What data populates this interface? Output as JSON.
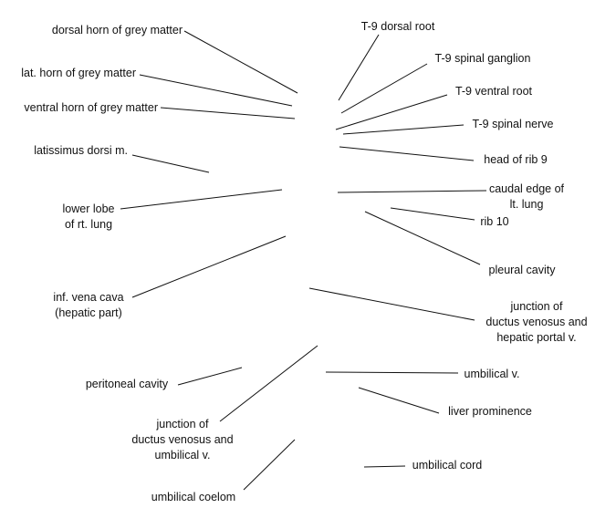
{
  "labels": {
    "dorsal_horn": [
      "dorsal horn of grey matter"
    ],
    "lat_horn": [
      "lat. horn of grey matter"
    ],
    "ventral_horn": [
      "ventral horn of grey matter"
    ],
    "latissimus": [
      "latissimus dorsi m."
    ],
    "lower_lobe": [
      "lower lobe",
      "of rt. lung"
    ],
    "ivc": [
      "inf. vena cava",
      "(hepatic part)"
    ],
    "peritoneal": [
      "peritoneal cavity"
    ],
    "junction_umb": [
      "junction of",
      "ductus venosus and",
      "umbilical v."
    ],
    "umb_coelom": [
      "umbilical coelom"
    ],
    "t9_dorsal_root": [
      "T-9 dorsal root"
    ],
    "t9_ganglion": [
      "T-9 spinal ganglion"
    ],
    "t9_ventral_root": [
      "T-9 ventral root"
    ],
    "t9_nerve": [
      "T-9 spinal nerve"
    ],
    "head_rib9": [
      "head of rib 9"
    ],
    "caudal_edge": [
      "caudal edge of",
      "lt. lung"
    ],
    "rib10": [
      "rib 10"
    ],
    "pleural": [
      "pleural cavity"
    ],
    "junction_portal": [
      "junction of",
      "ductus venosus and",
      "hepatic portal v."
    ],
    "umb_v": [
      "umbilical v."
    ],
    "liver": [
      "liver prominence"
    ],
    "umb_cord": [
      "umbilical cord"
    ]
  }
}
